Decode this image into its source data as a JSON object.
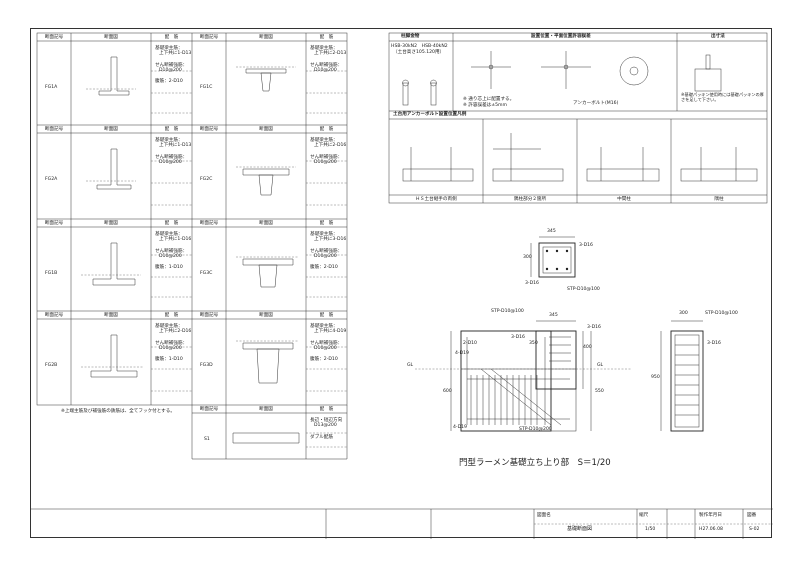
{
  "left_table": {
    "header": {
      "section_no": "断面記号",
      "section_view": "断面図",
      "rebar": "配　筋"
    },
    "sections": [
      {
        "id": "FG1A",
        "rebar": [
          "基礎梁主筋：",
          "上下共に1-D13",
          "せん断補強筋：",
          "D10@200",
          "腹筋：2-D10"
        ]
      },
      {
        "id": "FG1C",
        "rebar": [
          "基礎梁主筋：",
          "上下共に2-D13",
          "せん断補強筋：",
          "D10@200"
        ]
      },
      {
        "id": "FG2A",
        "rebar": [
          "基礎梁主筋：",
          "上下共に1-D13",
          "せん断補強筋：",
          "D10@200"
        ]
      },
      {
        "id": "FG2C",
        "rebar": [
          "基礎梁主筋：",
          "上下共に2-D16",
          "せん断補強筋：",
          "D10@200"
        ]
      },
      {
        "id": "FG1B",
        "rebar": [
          "基礎梁主筋：",
          "上下共に1-D16",
          "せん断補強筋：",
          "D10@200",
          "腹筋：1-D10"
        ]
      },
      {
        "id": "FG3C",
        "rebar": [
          "基礎梁主筋：",
          "上下共に3-D16",
          "せん断補強筋：",
          "D10@200",
          "腹筋：2-D10"
        ]
      },
      {
        "id": "FG2B",
        "rebar": [
          "基礎梁主筋：",
          "上下共に2-D16",
          "せん断補強筋：",
          "D10@200",
          "腹筋：1-D10"
        ]
      },
      {
        "id": "FG3D",
        "rebar": [
          "基礎梁主筋：",
          "上下共に4-D19",
          "せん断補強筋：",
          "D10@200",
          "腹筋：2-D10"
        ]
      }
    ],
    "note": "※上端主筋及び補強筋の鉄筋は、全てフック付とする。",
    "s1": {
      "id": "S1",
      "rebar": [
        "長辺・短辺方向",
        "D13@200",
        "ダブル配筋"
      ]
    }
  },
  "right_panel": {
    "col_hardware": "柱脚金物",
    "col_tolerance": "設置位置・平面位置許容誤差",
    "col_dimension": "出寸法",
    "hardware_spec": "HSB-30kN2　HSB-40kN2",
    "hardware_spec2": "（土台高さ105.120用）",
    "tolerance_note1": "※ 通り芯上に配置する。",
    "tolerance_note2": "※ 許容誤差は±5mm",
    "anchor_label": "アンカーボルト(M16)",
    "dimension_note": "※基礎パッキン使用時には基礎パッキンの厚さを足して下さい。",
    "anchor_section_title": "土台用アンカーボルト設置位置凡例",
    "case_labels": [
      "ＨＳ土台継手の両側",
      "隅柱部分２箇所",
      "中間柱",
      "隅柱"
    ]
  },
  "drawing": {
    "title": "門型ラーメン基礎立ち上り部　S＝1/20",
    "labels": {
      "w345a": "345",
      "d300": "300",
      "top_bar": "3-D16",
      "bot_bar": "3-D16",
      "stp": "STP-D10@100",
      "stp2": "STP-D10@100",
      "w345b": "345",
      "bar_right": "3-D16",
      "bar_mid": "3-D16",
      "d400": "400",
      "d350": "350",
      "d550": "550",
      "d600": "600",
      "gl_left": "GL",
      "gl_mid": "GL",
      "d2": "2-D10",
      "d4a": "4-D19",
      "d4b": "4-D19",
      "stp3": "STP-D10@200",
      "w300": "300",
      "stp4": "STP-D10@100",
      "bar_r2": "3-D16",
      "d950": "950"
    }
  },
  "title_block": {
    "drawing_name_label": "図面名",
    "drawing_name": "基礎断面図",
    "scale_label": "縮尺",
    "scale": "1/50",
    "date_label": "製作年月日",
    "date": "H27.06.08",
    "sheet_label": "図番",
    "sheet": "S-02"
  }
}
